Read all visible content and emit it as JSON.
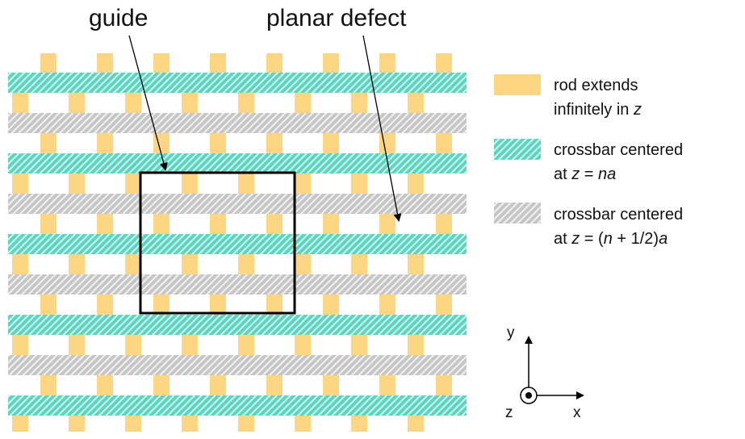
{
  "annotations": {
    "guide": "guide",
    "planar_defect": "planar defect"
  },
  "legend": {
    "rod": {
      "line1": "rod extends",
      "line2": "infinitely in ",
      "line2_italic": "z"
    },
    "crossbar_n": {
      "line1": "crossbar centered",
      "line2": "at ",
      "z": "z",
      "eq": " = ",
      "na": "na"
    },
    "crossbar_half": {
      "line1": "crossbar centered",
      "line2": "at ",
      "z": "z",
      "eq": " = (",
      "n": "n",
      "half": " + 1/2)",
      "a": "a"
    }
  },
  "axes": {
    "y": "y",
    "x": "x",
    "z": "z"
  },
  "colors": {
    "rod": "#fdd683",
    "crossbar_n_bg": "#5ad6c0",
    "crossbar_n_stripe": "#ffffff",
    "crossbar_half_bg": "#c8c8c8",
    "crossbar_half_stripe": "#ffffff",
    "outline": "#000000"
  },
  "crossbar_sequence": [
    "n",
    "half",
    "n",
    "half",
    "n",
    "half",
    "n",
    "half",
    "n"
  ]
}
